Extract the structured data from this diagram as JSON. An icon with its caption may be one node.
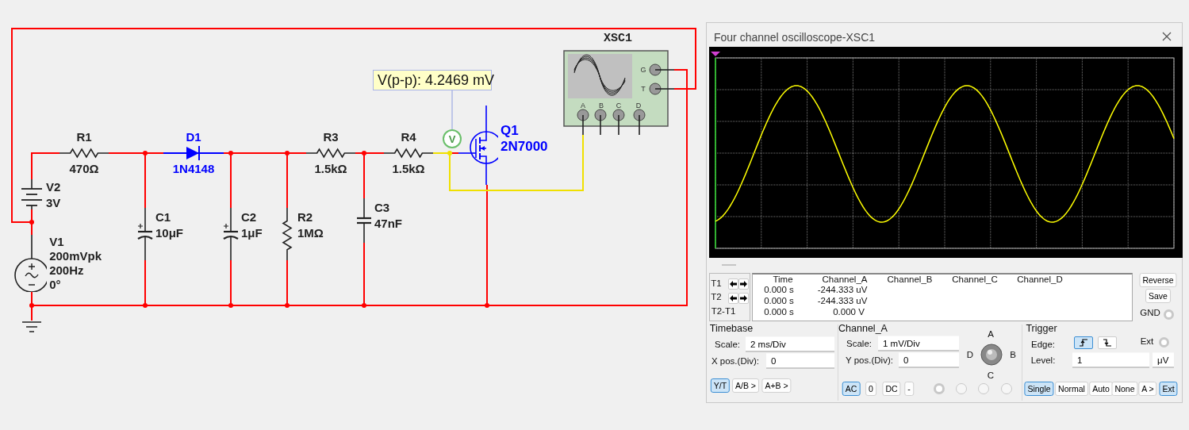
{
  "diagram": {
    "nodes": [
      {
        "text": [
          "R1",
          "470Ω"
        ]
      },
      {
        "text": [
          "D1",
          "1N4148"
        ]
      },
      {
        "text": [
          "R3",
          "1.5kΩ"
        ]
      },
      {
        "text": [
          "R4",
          "1.5kΩ"
        ]
      },
      {
        "text": [
          "V2",
          "3V"
        ]
      },
      {
        "text": [
          "V1",
          "200mVpk",
          "200Hz",
          "0°"
        ]
      },
      {
        "text": [
          "C1",
          "10μF"
        ]
      },
      {
        "text": [
          "C2",
          "1μF"
        ]
      },
      {
        "text": [
          "R2",
          "1MΩ"
        ]
      },
      {
        "text": [
          "C3",
          "47nF"
        ]
      },
      {
        "text": [
          "Q1",
          "2N7000"
        ]
      },
      {
        "text": [
          "XSC1"
        ]
      },
      {
        "text": [
          "V"
        ]
      },
      {
        "text": [
          "V(p-p): 4.2469 mV"
        ]
      },
      {
        "text": [],
        "shape": "ground"
      },
      {
        "text": [
          "Four channel oscilloscope-XSC1"
        ]
      }
    ],
    "edges": [
      {
        "from": 4,
        "to": 0,
        "arrow": "none"
      },
      {
        "from": 0,
        "to": 1,
        "arrow": "none"
      },
      {
        "from": 1,
        "to": 2,
        "arrow": "none"
      },
      {
        "from": 2,
        "to": 3,
        "arrow": "none"
      },
      {
        "from": 3,
        "to": 10,
        "arrow": "none"
      },
      {
        "from": 0,
        "to": 6,
        "arrow": "none"
      },
      {
        "from": 1,
        "to": 7,
        "arrow": "none"
      },
      {
        "from": 1,
        "to": 8,
        "arrow": "none"
      },
      {
        "from": 2,
        "to": 9,
        "arrow": "none"
      },
      {
        "from": 4,
        "to": 5,
        "arrow": "none"
      },
      {
        "from": 5,
        "to": 14,
        "arrow": "none"
      },
      {
        "from": 5,
        "to": 6,
        "arrow": "none"
      },
      {
        "from": 6,
        "to": 7,
        "arrow": "none"
      },
      {
        "from": 7,
        "to": 8,
        "arrow": "none"
      },
      {
        "from": 8,
        "to": 9,
        "arrow": "none"
      },
      {
        "from": 9,
        "to": 10,
        "arrow": "none"
      },
      {
        "from": 10,
        "to": 11,
        "arrow": "none"
      },
      {
        "from": 5,
        "to": 11,
        "arrow": "none"
      },
      {
        "from": 3,
        "to": 11,
        "arrow": "none",
        "color": "#f0e000"
      },
      {
        "from": 13,
        "to": 12,
        "arrow": "none",
        "color": "#8c9de0"
      }
    ],
    "labels": [
      "G",
      "T",
      "A",
      "B",
      "C",
      "D",
      "T1",
      "T2",
      "T2-T1",
      "Time",
      "Channel_A",
      "Channel_B",
      "Channel_C",
      "Channel_D",
      "0.000 s",
      "-244.333 uV",
      "0.000 s",
      "-244.333 uV",
      "0.000 s",
      "0.000 V",
      "Reverse",
      "Save",
      "GND",
      "Timebase",
      "Scale:",
      "2 ms/Div",
      "X pos.(Div):",
      "0",
      "Y/T",
      "A/B >",
      "A+B >",
      "Channel_A",
      "Scale:",
      "1 mV/Div",
      "Y pos.(Div):",
      "0",
      "A",
      "D",
      "B",
      "C",
      "AC",
      "0",
      "DC",
      "-",
      "Trigger",
      "Edge:",
      "Ext",
      "Level:",
      "1",
      "μV",
      "Single",
      "Normal",
      "Auto",
      "None",
      "A >",
      "Ext"
    ]
  }
}
